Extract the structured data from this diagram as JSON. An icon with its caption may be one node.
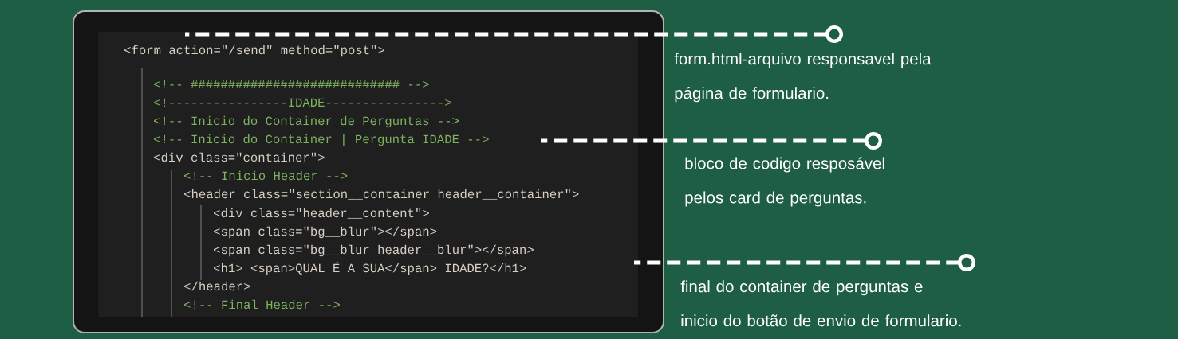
{
  "diagram": {
    "nodes": [
      {
        "text": [
          "form.html-arquivo responsavel pela página de formulario."
        ]
      },
      {
        "text": [
          "bloco de codigo resposável pelos card de perguntas."
        ]
      },
      {
        "text": [
          "final do container de perguntas e inicio do botão de envio de formulario."
        ]
      }
    ],
    "edges": [
      {
        "from": 0,
        "to": null,
        "arrow": "other",
        "style": "dashed"
      },
      {
        "from": 1,
        "to": null,
        "arrow": "other",
        "style": "dashed"
      },
      {
        "from": 2,
        "to": null,
        "arrow": "other",
        "style": "dashed"
      }
    ],
    "labels": [
      "<form action=\"/send\" method=\"post\">",
      "<!-- ############################ -->",
      "<!----------------IDADE---------------->",
      "<!-- Inicio do Container de Perguntas -->",
      "<!-- Inicio do Container | Pergunta IDADE -->",
      "<div class=\"container\">",
      "<!-- Inicio Header -->",
      "<header class=\"section__container header__container\">",
      "<div class=\"header__content\">",
      "<span class=\"bg__blur\"></span>",
      "<span class=\"bg__blur header__blur\"></span>",
      "<h1> <span>QUAL É A SUA</span> IDADE?</h1>",
      "</header>",
      "<!-- Final Header -->"
    ]
  }
}
